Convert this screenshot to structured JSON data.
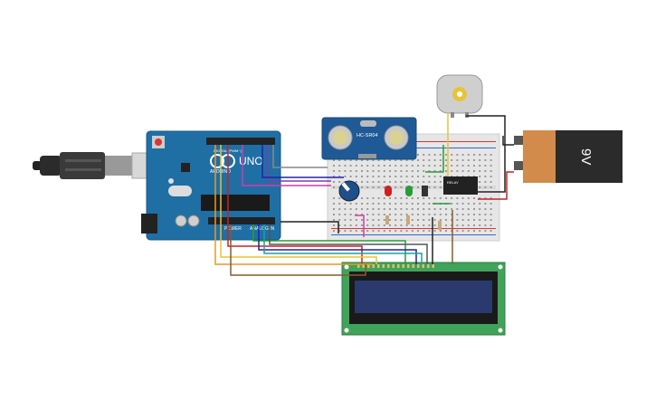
{
  "arduino": {
    "board_label": "UNO",
    "brand_label": "ARDUINO",
    "power_label": "POWER",
    "analog_label": "ANALOG IN",
    "digital_label": "DIGITAL (PWM~)"
  },
  "ultrasonic": {
    "model_label": "HC-SR04"
  },
  "battery": {
    "voltage_label": "9V"
  },
  "relay": {
    "label": "RELAY"
  },
  "colors": {
    "arduino_blue": "#1f6fa5",
    "breadboard": "#e6e6e6",
    "lcd_pcb": "#3fa35a",
    "lcd_screen": "#2a3a6e",
    "battery_body": "#2b2b2b",
    "battery_cap": "#d28b4a",
    "motor": "#cfcfcf"
  }
}
